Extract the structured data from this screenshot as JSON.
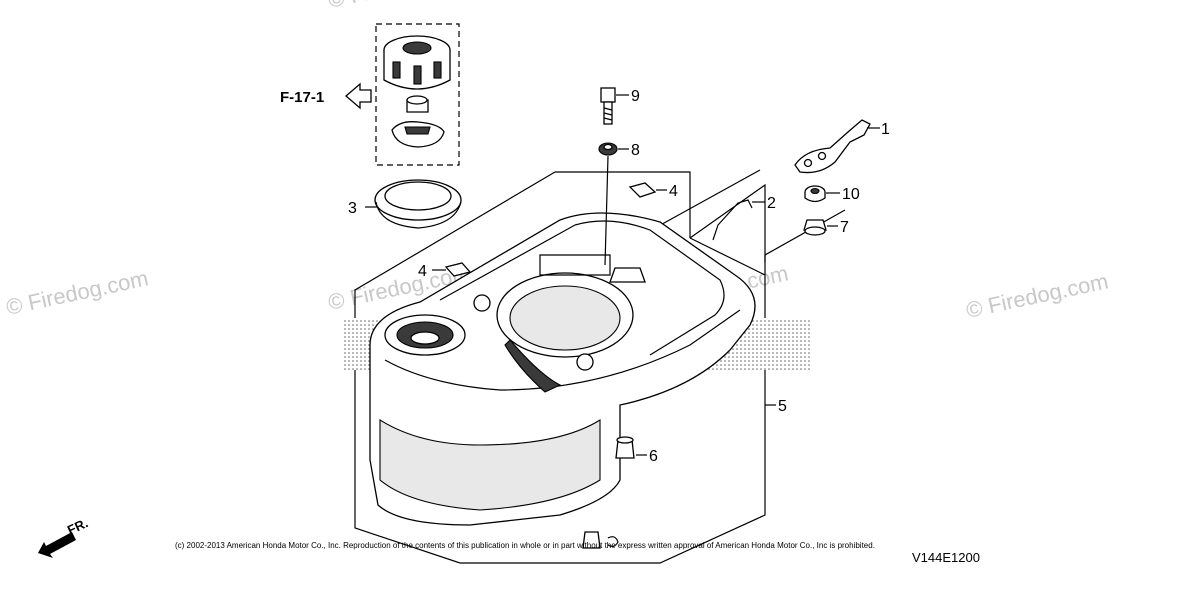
{
  "diagram": {
    "parts": [
      {
        "label": "1"
      },
      {
        "label": "2"
      },
      {
        "label": "3"
      },
      {
        "label": "4"
      },
      {
        "label": "4"
      },
      {
        "label": "5"
      },
      {
        "label": "6"
      },
      {
        "label": "7"
      },
      {
        "label": "8"
      },
      {
        "label": "9"
      },
      {
        "label": "10"
      }
    ],
    "reference": "F-17-1",
    "direction_label": "FR.",
    "diagram_code": "V144E1200",
    "copyright": "(c) 2002-2013 American Honda Motor Co., Inc. Reproduction of the contents of this publication in whole or in part without the express written approval of American Honda Motor Co., Inc is prohibited.",
    "watermarks": [
      "© Firedog.com",
      "© Firedog.com",
      "© Firedog.com",
      "© Firedog.com",
      "© Firedog.com"
    ]
  },
  "colors": {
    "line": "#000000",
    "watermark": "#c8c8c8",
    "background": "#ffffff"
  }
}
